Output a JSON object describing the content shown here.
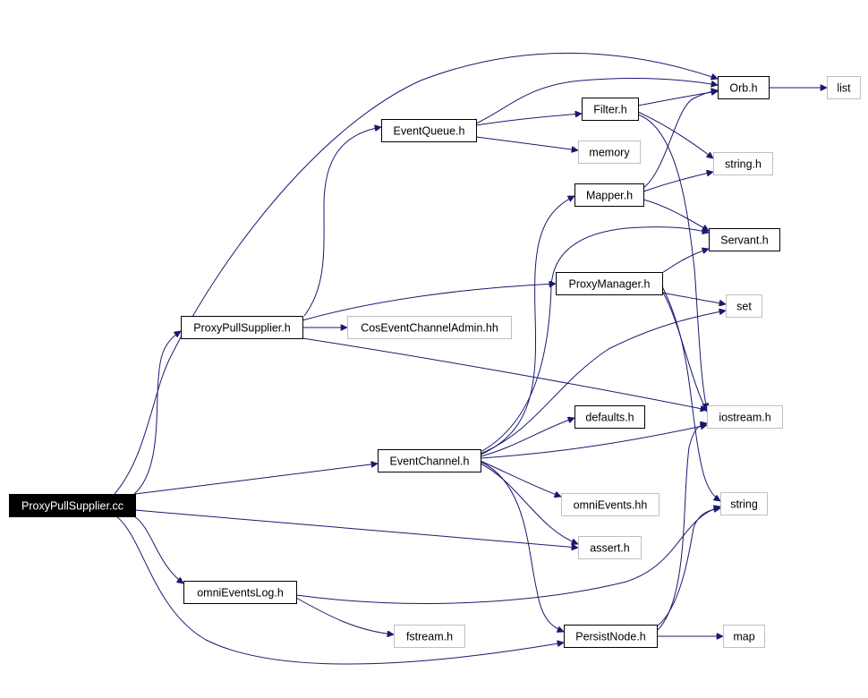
{
  "graph": {
    "colors": {
      "edge": "#191970",
      "root_fill": "#000000",
      "root_text": "#ffffff",
      "local_border": "#000000",
      "external_border": "#bfbfbf",
      "node_fill": "#ffffff",
      "text": "#000000"
    },
    "nodes": [
      {
        "id": "ProxyPullSupplier_cc",
        "label": "ProxyPullSupplier.cc",
        "kind": "root"
      },
      {
        "id": "ProxyPullSupplier_h",
        "label": "ProxyPullSupplier.h",
        "kind": "local"
      },
      {
        "id": "EventQueue_h",
        "label": "EventQueue.h",
        "kind": "local"
      },
      {
        "id": "Filter_h",
        "label": "Filter.h",
        "kind": "local"
      },
      {
        "id": "Orb_h",
        "label": "Orb.h",
        "kind": "local"
      },
      {
        "id": "list",
        "label": "list",
        "kind": "external"
      },
      {
        "id": "memory",
        "label": "memory",
        "kind": "external"
      },
      {
        "id": "string_h",
        "label": "string.h",
        "kind": "external"
      },
      {
        "id": "Mapper_h",
        "label": "Mapper.h",
        "kind": "local"
      },
      {
        "id": "Servant_h",
        "label": "Servant.h",
        "kind": "local"
      },
      {
        "id": "ProxyManager_h",
        "label": "ProxyManager.h",
        "kind": "local"
      },
      {
        "id": "set",
        "label": "set",
        "kind": "external"
      },
      {
        "id": "CosEventChannelAdmin_hh",
        "label": "CosEventChannelAdmin.hh",
        "kind": "external"
      },
      {
        "id": "iostream_h",
        "label": "iostream.h",
        "kind": "external"
      },
      {
        "id": "defaults_h",
        "label": "defaults.h",
        "kind": "local"
      },
      {
        "id": "EventChannel_h",
        "label": "EventChannel.h",
        "kind": "local"
      },
      {
        "id": "omniEvents_hh",
        "label": "omniEvents.hh",
        "kind": "external"
      },
      {
        "id": "string",
        "label": "string",
        "kind": "external"
      },
      {
        "id": "assert_h",
        "label": "assert.h",
        "kind": "external"
      },
      {
        "id": "omniEventsLog_h",
        "label": "omniEventsLog.h",
        "kind": "local"
      },
      {
        "id": "fstream_h",
        "label": "fstream.h",
        "kind": "external"
      },
      {
        "id": "PersistNode_h",
        "label": "PersistNode.h",
        "kind": "local"
      },
      {
        "id": "map",
        "label": "map",
        "kind": "external"
      }
    ],
    "edges": [
      [
        "ProxyPullSupplier_cc",
        "Orb_h"
      ],
      [
        "ProxyPullSupplier_cc",
        "ProxyPullSupplier_h"
      ],
      [
        "ProxyPullSupplier_cc",
        "EventChannel_h"
      ],
      [
        "ProxyPullSupplier_cc",
        "assert_h"
      ],
      [
        "ProxyPullSupplier_cc",
        "omniEventsLog_h"
      ],
      [
        "ProxyPullSupplier_cc",
        "PersistNode_h"
      ],
      [
        "ProxyPullSupplier_h",
        "EventQueue_h"
      ],
      [
        "ProxyPullSupplier_h",
        "CosEventChannelAdmin_hh"
      ],
      [
        "ProxyPullSupplier_h",
        "ProxyManager_h"
      ],
      [
        "ProxyPullSupplier_h",
        "iostream_h"
      ],
      [
        "EventQueue_h",
        "Orb_h"
      ],
      [
        "EventQueue_h",
        "Filter_h"
      ],
      [
        "EventQueue_h",
        "memory"
      ],
      [
        "Filter_h",
        "Orb_h"
      ],
      [
        "Filter_h",
        "string_h"
      ],
      [
        "Filter_h",
        "iostream_h"
      ],
      [
        "Orb_h",
        "list"
      ],
      [
        "Mapper_h",
        "Orb_h"
      ],
      [
        "Mapper_h",
        "string_h"
      ],
      [
        "Mapper_h",
        "Servant_h"
      ],
      [
        "ProxyManager_h",
        "Servant_h"
      ],
      [
        "ProxyManager_h",
        "set"
      ],
      [
        "ProxyManager_h",
        "iostream_h"
      ],
      [
        "ProxyManager_h",
        "string"
      ],
      [
        "EventChannel_h",
        "Mapper_h"
      ],
      [
        "EventChannel_h",
        "Servant_h"
      ],
      [
        "EventChannel_h",
        "set"
      ],
      [
        "EventChannel_h",
        "defaults_h"
      ],
      [
        "EventChannel_h",
        "iostream_h"
      ],
      [
        "EventChannel_h",
        "omniEvents_hh"
      ],
      [
        "EventChannel_h",
        "assert_h"
      ],
      [
        "EventChannel_h",
        "PersistNode_h"
      ],
      [
        "omniEventsLog_h",
        "fstream_h"
      ],
      [
        "omniEventsLog_h",
        "string"
      ],
      [
        "PersistNode_h",
        "iostream_h"
      ],
      [
        "PersistNode_h",
        "string"
      ],
      [
        "PersistNode_h",
        "map"
      ]
    ]
  }
}
